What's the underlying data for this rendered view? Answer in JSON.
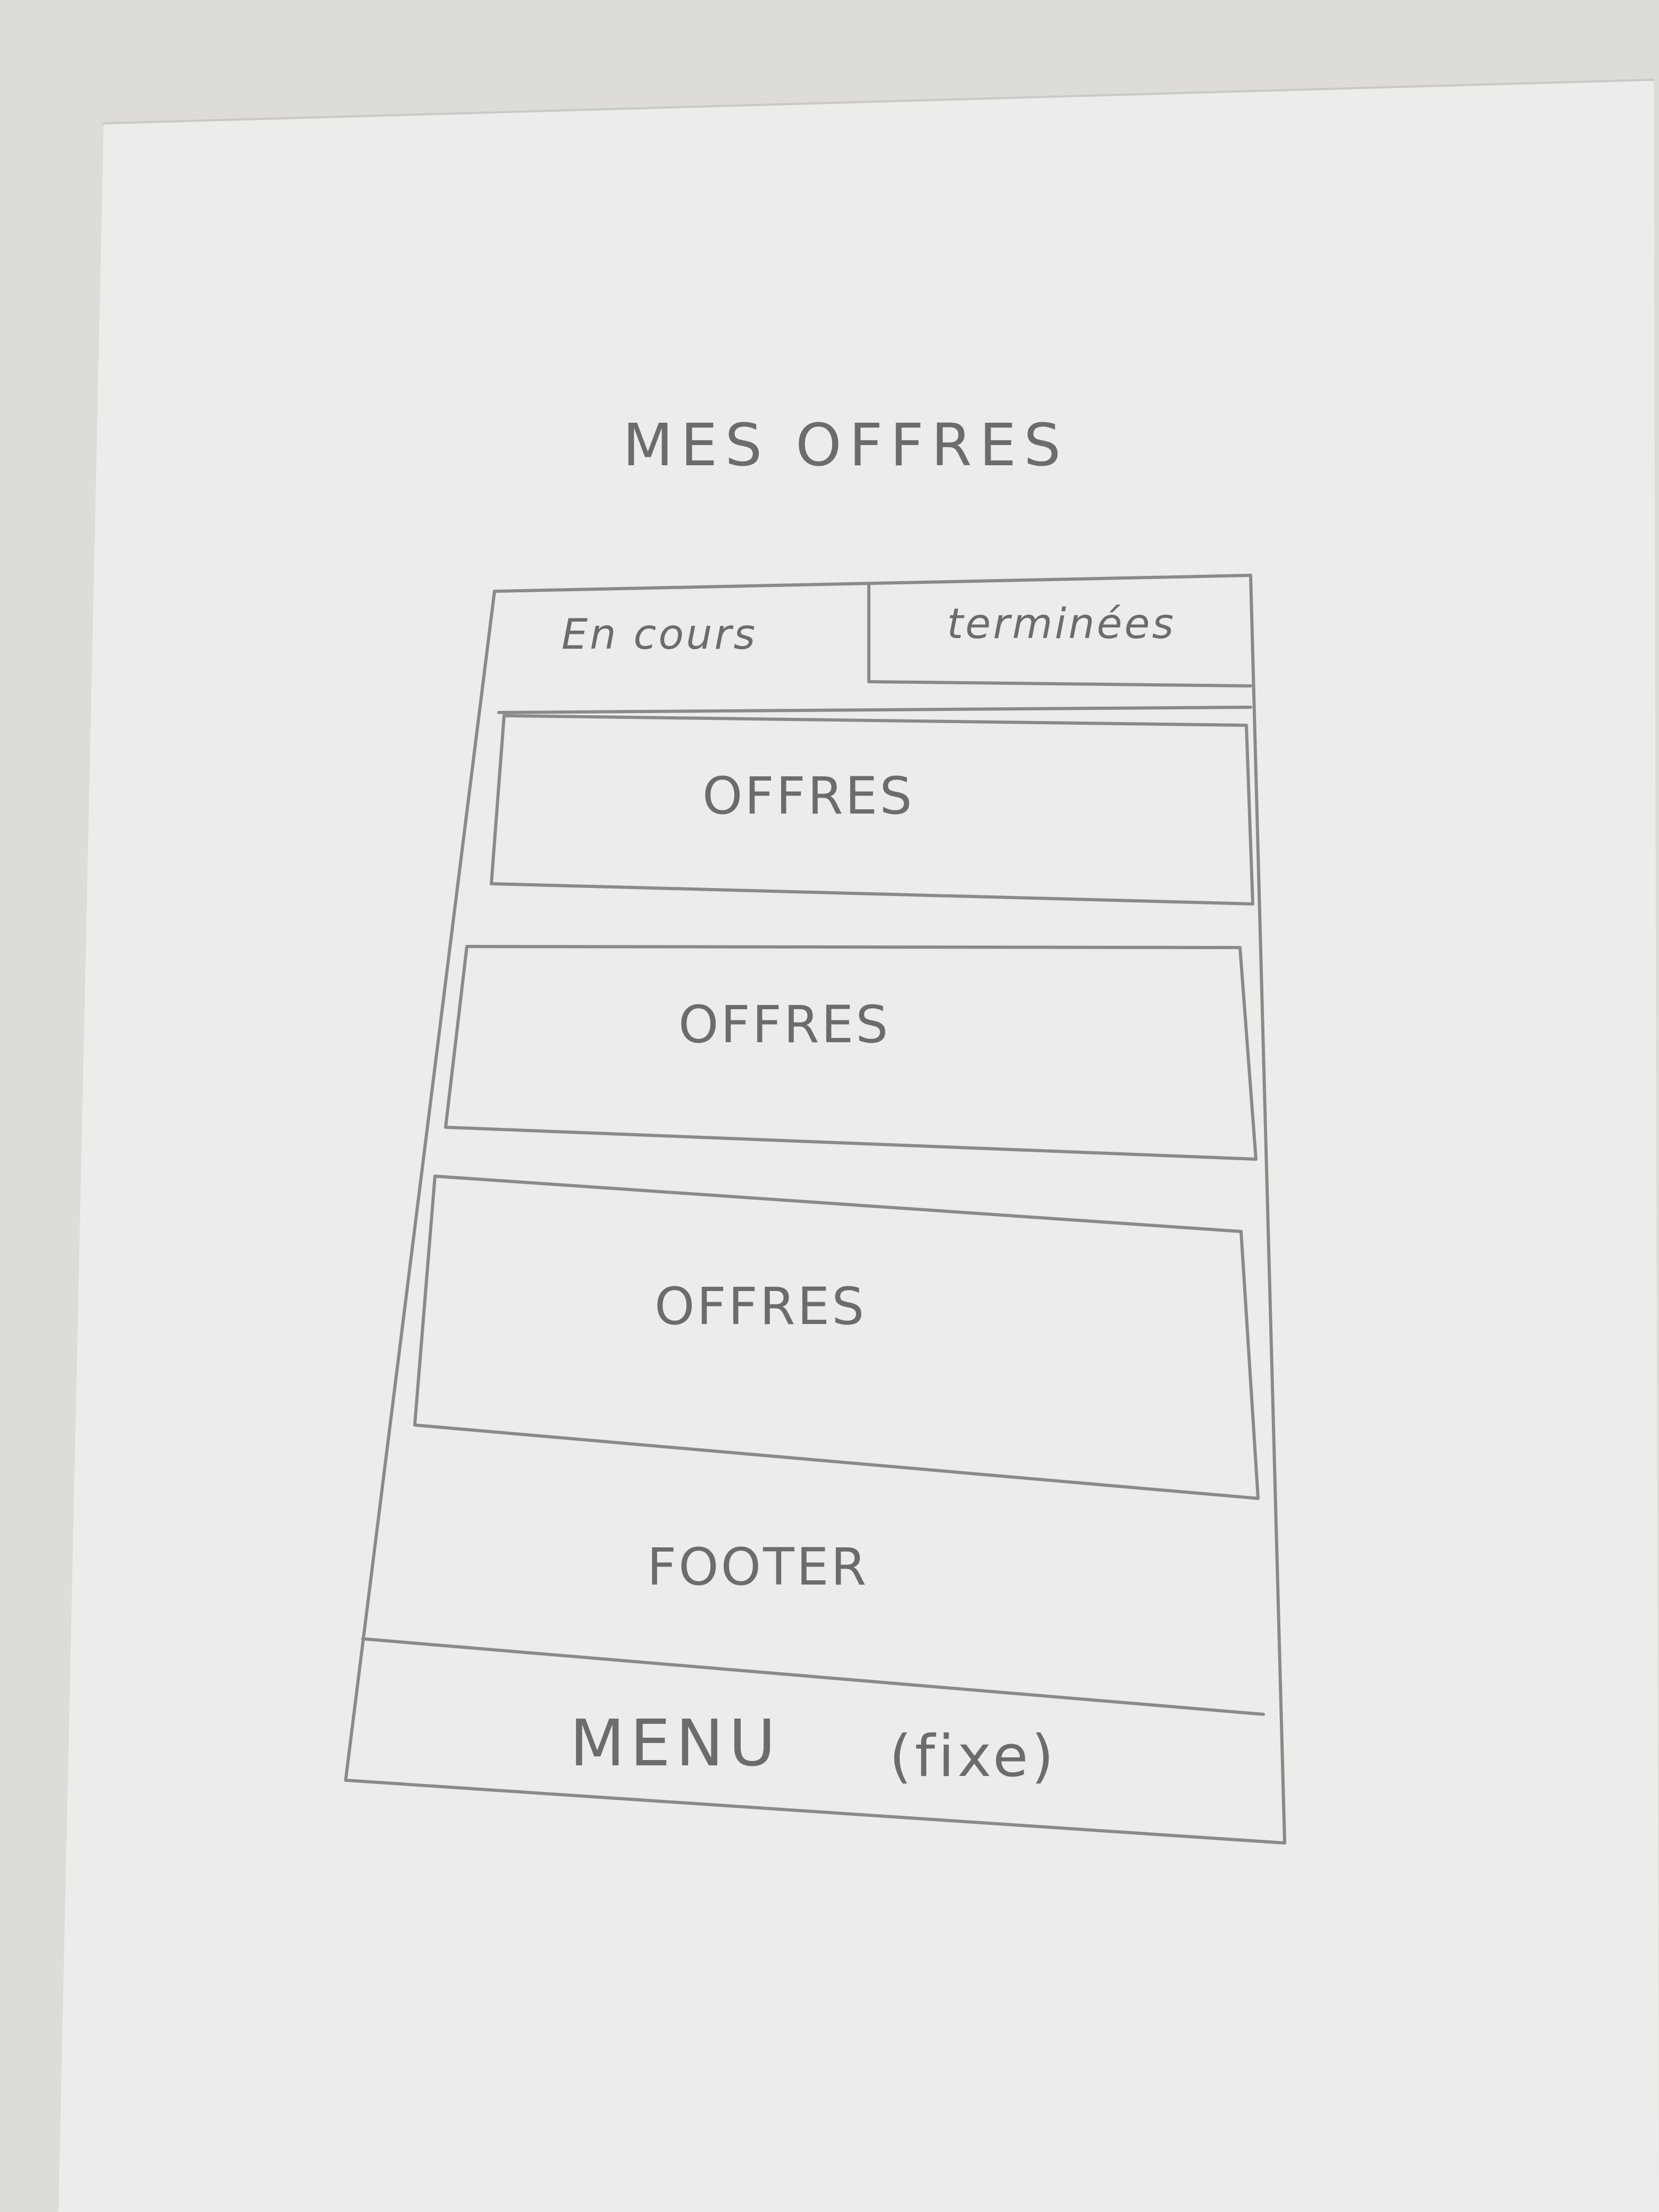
{
  "page_title": "MES OFFRES",
  "tabs": [
    {
      "label": "En cours"
    },
    {
      "label": "terminées"
    }
  ],
  "cards": [
    {
      "label": "OFFRES"
    },
    {
      "label": "OFFRES"
    },
    {
      "label": "OFFRES"
    }
  ],
  "footer": {
    "label": "FOOTER"
  },
  "menu": {
    "label": "MENU",
    "note": "(fixe)"
  }
}
